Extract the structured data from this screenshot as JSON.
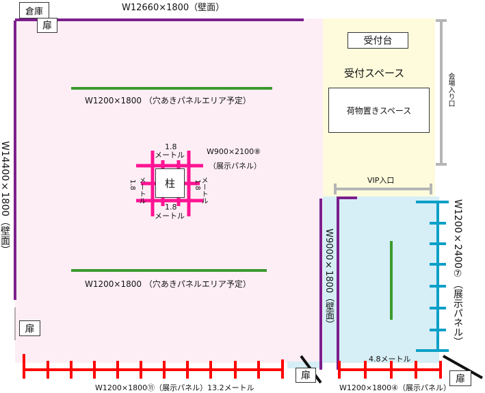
{
  "colors": {
    "pink_zone": "#fdeef5",
    "yellow_zone": "#fdfbdc",
    "blue_zone": "#d6eef5",
    "purple_wall": "#7b1f8c",
    "green_panel": "#3a9a2e",
    "red_panel": "#ff0000",
    "cyan_panel": "#0aa0c8",
    "pink_panel": "#ff1493",
    "gray_marker": "#b5b5b5"
  },
  "labels": {
    "storage": "倉庫",
    "door": "扉",
    "top_wall": "W12660×1800（壁面）",
    "left_wall": "W14400×1800（壁面）",
    "green_top": "W1200×1800 （穴あきパネルエリア予定）",
    "green_bottom": "W1200×1800 （穴あきパネルエリア予定）",
    "pillar": "柱",
    "pillar_dim_top": "1.8",
    "pillar_dim_top_unit": "メートル",
    "pillar_dim_bottom": "1.8",
    "pillar_dim_bottom_unit": "メートル",
    "pillar_dim_left": "1.8",
    "pillar_dim_left_unit": "メートル",
    "pillar_dim_right": "1.8",
    "pillar_dim_right_unit": "メートル",
    "pillar_panel": "W900×2100⑧",
    "pillar_panel_sub": "（展示パネル）",
    "reception_desk": "受付台",
    "reception_space": "受付スペース",
    "luggage_space": "荷物置きスペース",
    "venue_entrance": "会場入り口",
    "vip_entrance": "VIP入口",
    "middle_wall": "W9000×1800（壁面）",
    "right_panels": "W1200×2400⑦（展示パネル）",
    "blue_width": "4.8メートル",
    "bottom_left_panels": "W1200×1800⑪（展示パネル）13.2メートル",
    "bottom_right_panels": "W1200×1800④（展示パネル）"
  }
}
